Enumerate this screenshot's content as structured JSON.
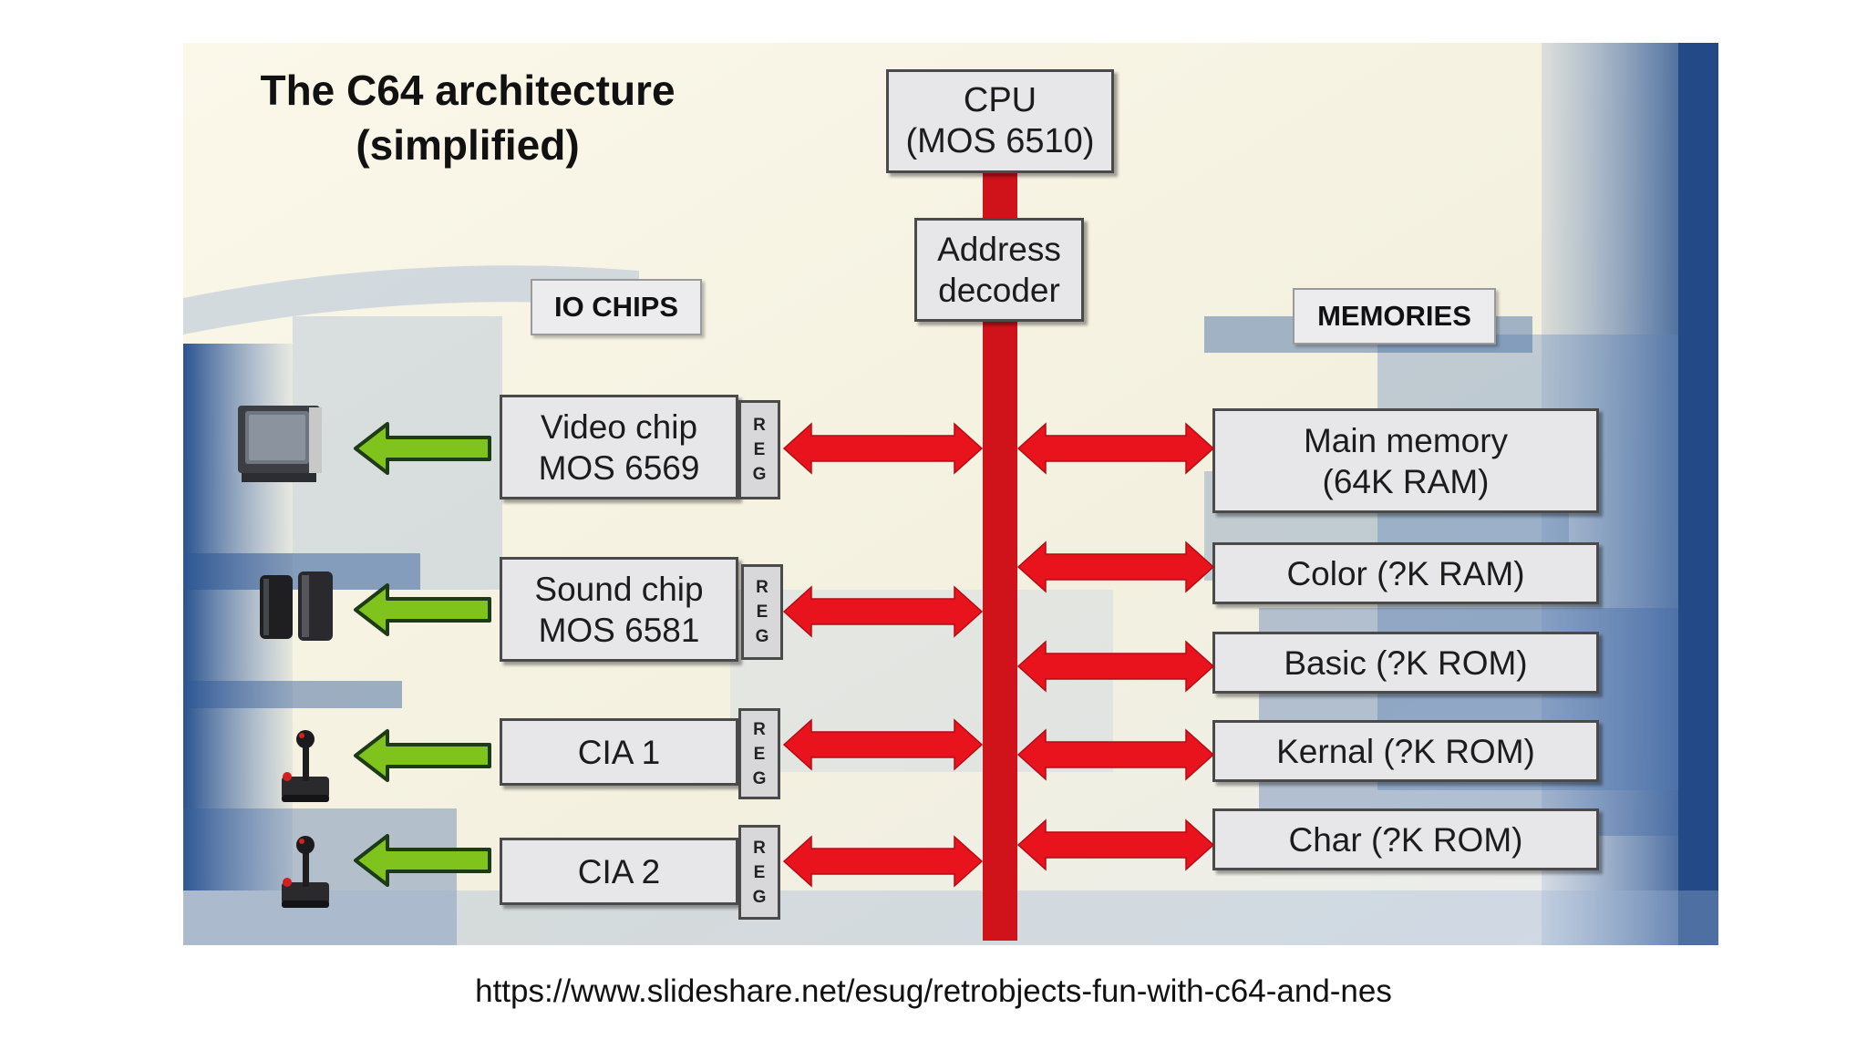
{
  "title": "The C64 architecture\n(simplified)",
  "cpu": "CPU\n(MOS 6510)",
  "address_decoder": "Address\ndecoder",
  "group_labels": {
    "io": "IO CHIPS",
    "memories": "MEMORIES"
  },
  "io_chips": [
    {
      "name": "Video chip\nMOS 6569",
      "reg": [
        "R",
        "E",
        "G"
      ],
      "device_icon": "tv-monitor-icon"
    },
    {
      "name": "Sound chip\nMOS 6581",
      "reg": [
        "R",
        "E",
        "G"
      ],
      "device_icon": "speakers-icon"
    },
    {
      "name": "CIA 1",
      "reg": [
        "R",
        "E",
        "G"
      ],
      "device_icon": "joystick-icon"
    },
    {
      "name": "CIA 2",
      "reg": [
        "R",
        "E",
        "G"
      ],
      "device_icon": "joystick-icon"
    }
  ],
  "memories": [
    {
      "name": "Main memory\n(64K RAM)"
    },
    {
      "name": "Color (?K RAM)"
    },
    {
      "name": "Basic (?K ROM)"
    },
    {
      "name": "Kernal (?K ROM)"
    },
    {
      "name": "Char (?K ROM)"
    }
  ],
  "source_url": "https://www.slideshare.net/esug/retrobjects-fun-with-c64-and-nes",
  "colors": {
    "bus": "#d0121b",
    "arrow_red": "#e8131d",
    "arrow_green": "#7fc31c",
    "arrow_green_outline": "#1e3b18",
    "background_blue": "#254a87",
    "background_light": "#f7f3e2"
  }
}
